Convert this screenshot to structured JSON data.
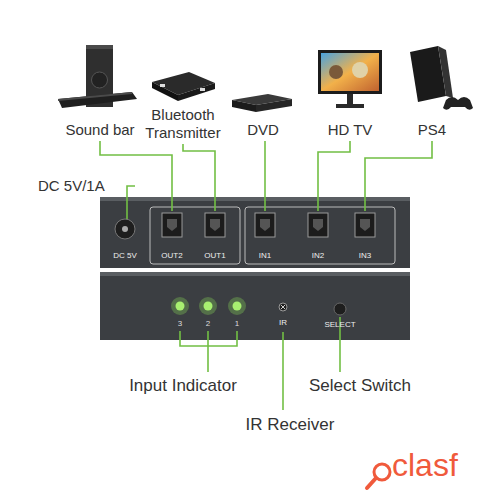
{
  "diagram": {
    "nodes": [
      {
        "text": [
          "Sound bar"
        ]
      },
      {
        "text": [
          "Bluetooth Transmitter"
        ]
      },
      {
        "text": [
          "DVD"
        ]
      },
      {
        "text": [
          "HD TV"
        ]
      },
      {
        "text": [
          "PS4"
        ]
      },
      {
        "text": [
          "OUT2"
        ]
      },
      {
        "text": [
          "OUT1"
        ]
      },
      {
        "text": [
          "IN1"
        ]
      },
      {
        "text": [
          "IN2"
        ]
      },
      {
        "text": [
          "IN3"
        ]
      }
    ],
    "edges": [
      {
        "from": 0,
        "to": 5,
        "arrow": "none"
      },
      {
        "from": 1,
        "to": 6,
        "arrow": "none"
      },
      {
        "from": 2,
        "to": 7,
        "arrow": "none"
      },
      {
        "from": 3,
        "to": 8,
        "arrow": "none"
      },
      {
        "from": 4,
        "to": 9,
        "arrow": "none"
      }
    ],
    "labels": [
      "DC 5V/1A",
      "DC 5V",
      "3",
      "2",
      "1",
      "IR",
      "SELECT",
      "Input Indicator",
      "Select Switch",
      "IR Receiver",
      "clasf"
    ]
  }
}
